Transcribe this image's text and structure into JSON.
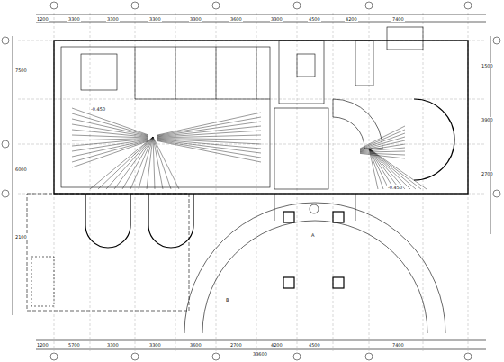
{
  "diagram": {
    "labels": [
      "1200",
      "3300",
      "3300",
      "3300",
      "3300",
      "3600",
      "3300",
      "4500",
      "4200",
      "7400",
      "1200",
      "5700",
      "3300",
      "3300",
      "3600",
      "2700",
      "4200",
      "4500",
      "7400",
      "33600",
      "7500",
      "6000",
      "2100",
      "1500",
      "3900",
      "2700",
      "-0.450",
      "-0.450",
      "A",
      "B"
    ]
  }
}
